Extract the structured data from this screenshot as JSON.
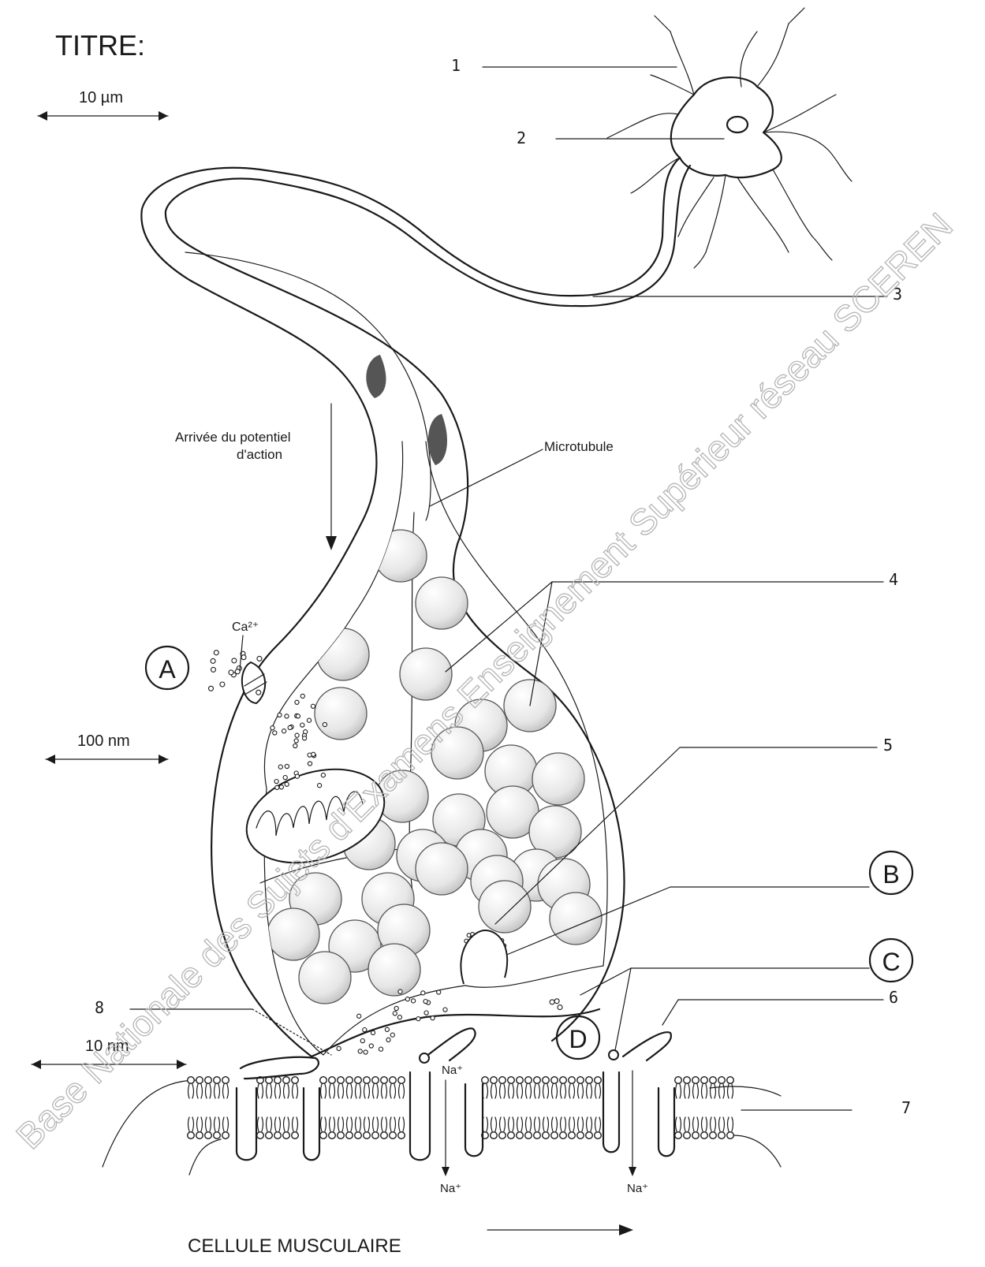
{
  "title": "TITRE:",
  "scales": {
    "neuron": "10 µm",
    "synapse": "100 nm",
    "membrane": "10 nm"
  },
  "arrow_text_1": "Arrivée du potentiel",
  "arrow_text_2": "d'action",
  "microtubule": "Microtubule",
  "calcium": "Ca²⁺",
  "sodium": "Na⁺",
  "muscle_cell": "CELLULE MUSCULAIRE",
  "numbers": [
    "1",
    "2",
    "3",
    "4",
    "5",
    "6",
    "7",
    "8"
  ],
  "letters": [
    "A",
    "B",
    "C",
    "D"
  ],
  "watermark": "Base Nationale des Sujets d'Examens Enseignement Supérieur réseau SCEREN"
}
